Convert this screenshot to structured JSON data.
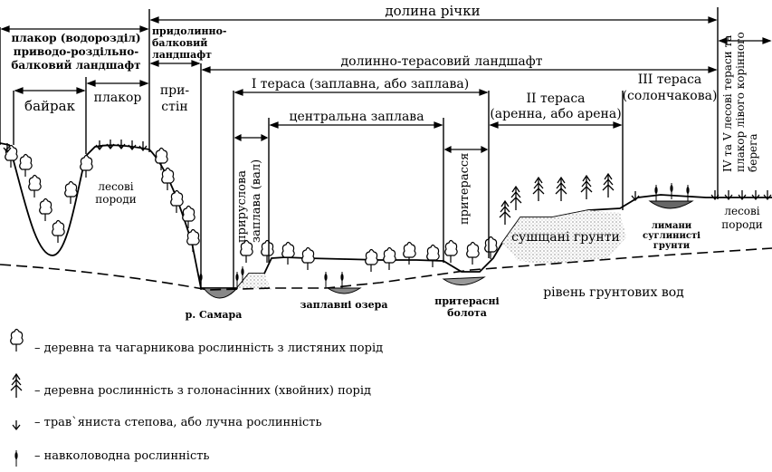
{
  "top_labels": {
    "valley": "долина річки",
    "plakor_watershed": [
      "плакор (водорозділ)",
      "приводо-роздільно-",
      "балковий ландшафт"
    ],
    "near_valley_gully": [
      "придолинно-",
      "балковий",
      "ландшафт"
    ],
    "valley_terrace": "долинно-терасовий ландшафт",
    "bairak": "байрак",
    "plakor": "плакор",
    "prystin": [
      "при-",
      "стін"
    ],
    "terrace1": "І тераса (заплавна, або заплава)",
    "central_floodplain": "центральна заплава",
    "terrace2": [
      "ІІ тераса",
      "(аренна, або арена)"
    ],
    "terrace3": [
      "ІІІ тераса",
      "(солончакова)"
    ],
    "terrace45": [
      "IV та V лесові тераси та",
      "плакор лівого корінного",
      "берега"
    ],
    "levee": [
      "прируслова",
      "заплава (вал)"
    ],
    "near_terrace": "притерасся"
  },
  "field_labels": {
    "loess_left": [
      "лесові",
      "породи"
    ],
    "loess_right": [
      "лесові",
      "породи"
    ],
    "dried_soils": "сушщані грунти",
    "liman": [
      "лимани",
      "суглинисті",
      "грунти"
    ],
    "river": "р. Самара",
    "flood_lakes": "заплавні озера",
    "near_terrace_swamps": [
      "притерасні",
      "болота"
    ],
    "groundwater": "рівень грунтових вод"
  },
  "legend": [
    {
      "icon": "deciduous-tree-icon",
      "text": "– деревна та чагарникова рослинність з листяних порід"
    },
    {
      "icon": "conifer-tree-icon",
      "text": "– деревна рослинність з голонасінних (хвойних) порід"
    },
    {
      "icon": "grass-icon",
      "text": "– трав`яниста степова, або лучна рослинність"
    },
    {
      "icon": "reed-icon",
      "text": "– навколоводна рослинність"
    }
  ]
}
